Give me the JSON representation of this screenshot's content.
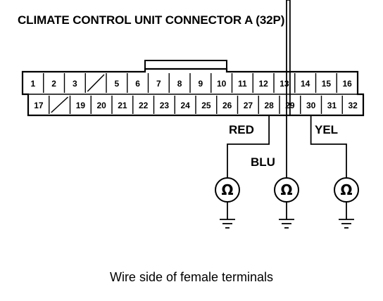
{
  "title": "CLIMATE CONTROL UNIT CONNECTOR A (32P)",
  "caption": "Wire side of female terminals",
  "connector": {
    "top_row": [
      "1",
      "2",
      "3",
      "",
      "5",
      "6",
      "7",
      "8",
      "9",
      "10",
      "11",
      "12",
      "13",
      "14",
      "15",
      "16"
    ],
    "bottom_row": [
      "17",
      "",
      "19",
      "20",
      "21",
      "22",
      "23",
      "24",
      "25",
      "26",
      "27",
      "28",
      "29",
      "30",
      "31",
      "32"
    ],
    "empty_cavities": [
      "4",
      "18"
    ]
  },
  "wires": [
    {
      "terminal": "28",
      "color": "RED"
    },
    {
      "terminal": "29",
      "color": "BLU"
    },
    {
      "terminal": "30",
      "color": "YEL"
    }
  ],
  "meter_symbol": "Ω"
}
